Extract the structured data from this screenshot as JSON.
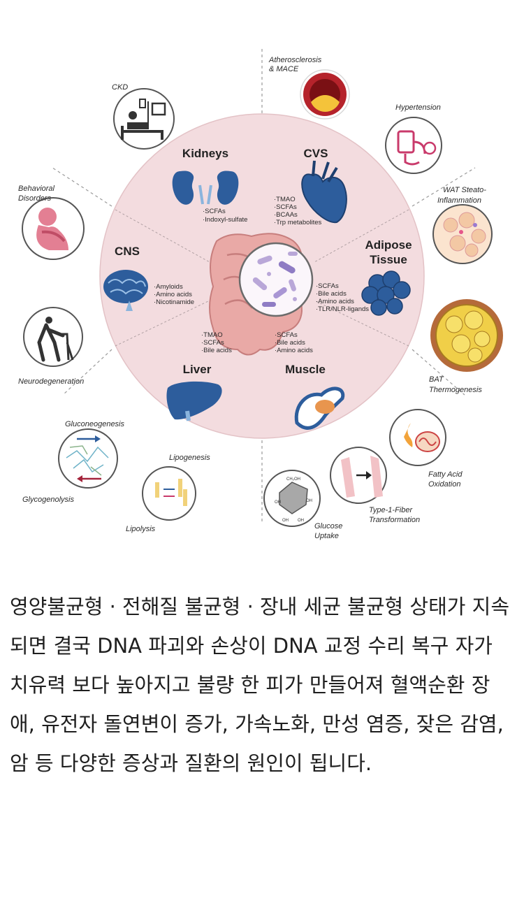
{
  "diagram": {
    "outer_labels": {
      "atherosclerosis": [
        "Atherosclerosis",
        "& MACE"
      ],
      "hypertension": "Hypertension",
      "wat": [
        "WAT Steato-",
        "Inflammation"
      ],
      "bat": [
        "BAT",
        "Thermogenesis"
      ],
      "fatty_acid": [
        "Fatty Acid",
        "Oxidation"
      ],
      "type1": [
        "Type-1-Fiber",
        "Transformation"
      ],
      "glucose": [
        "Glucose",
        "Uptake"
      ],
      "lipogenesis": "Lipogenesis",
      "lipolysis": "Lipolysis",
      "gluconeogenesis": "Gluconeogenesis",
      "glycogenolysis": "Glycogenolysis",
      "neurodegeneration": "Neurodegeneration",
      "behavioral": [
        "Behavioral",
        "Disorders"
      ],
      "ckd": "CKD"
    },
    "organs": {
      "kidneys": {
        "title": "Kidneys",
        "metabolites": [
          "·SCFAs",
          "·Indoxyl-sulfate"
        ]
      },
      "cvs": {
        "title": "CVS",
        "metabolites": [
          "·TMAO",
          "·SCFAs",
          "·BCAAs",
          "·Trp metabolites"
        ]
      },
      "cns": {
        "title": "CNS",
        "metabolites": [
          "·Amyloids",
          "·Amino acids",
          "·Nicotinamide"
        ]
      },
      "adipose": {
        "title": [
          "Adipose",
          "Tissue"
        ],
        "metabolites": [
          "·SCFAs",
          "·Bile acids",
          "·Amino acids",
          "·TLR/NLR-ligands"
        ]
      },
      "liver": {
        "title": "Liver",
        "metabolites": [
          "·TMAO",
          "·SCFAs",
          "·Bile acids"
        ]
      },
      "muscle": {
        "title": "Muscle",
        "metabolites": [
          "·SCFAs",
          "·Bile acids",
          "·Amino acids"
        ]
      }
    },
    "molecule_labels": [
      "CH₂OH",
      "OH",
      "OH",
      "OH",
      "OH"
    ]
  },
  "article": {
    "paragraph": "영양불균형 · 전해질 불균형 · 장내 세균 불균형 상태가 지속되면 결국 DNA 파괴와 손상이 DNA 교정 수리 복구 자가 치유력 보다 높아지고 불량 한 피가 만들어져 혈액순환 장애, 유전자 돌연변이 증가, 가속노화, 만성 염증, 잦은 감염, 암 등 다양한 증상과 질환의 원인이 됩니다."
  },
  "colors": {
    "disc": "#f3dcdf",
    "organ_blue": "#2d5d9c",
    "icon_pink": "#c93a6b",
    "text": "#1f1f1f"
  }
}
